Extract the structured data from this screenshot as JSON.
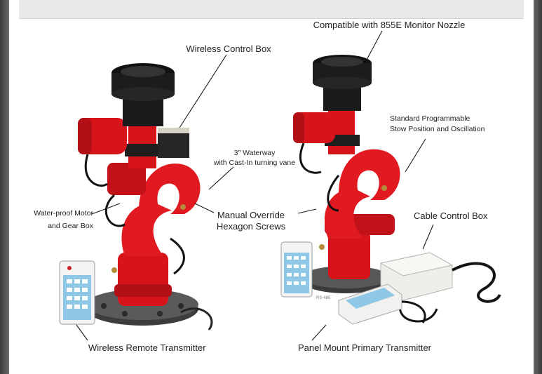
{
  "labels": {
    "compatible": "Compatible with 855E Monitor Nozzle",
    "wireless_box": "Wireless Control Box",
    "waterway_1": "3\" Waterway",
    "waterway_2": "with Cast-In turning vane",
    "stow_1": "Standard Programmable",
    "stow_2": "Stow Position and Oscillation",
    "motor_1": "Water-proof Motor",
    "motor_2": "and Gear Box",
    "override_1": "Manual Override",
    "override_2": "Hexagon Screws",
    "cable_box": "Cable Control Box",
    "wireless_tx": "Wireless Remote Transmitter",
    "panel_tx": "Panel Mount Primary Transmitter",
    "cable_tag": "RS-485"
  },
  "colors": {
    "body_red": "#d8141b",
    "dark_red": "#9e0b10",
    "nozzle_black": "#1b1b1b",
    "remote_blue": "#8fc7e6",
    "box_white": "#eeeeea"
  }
}
